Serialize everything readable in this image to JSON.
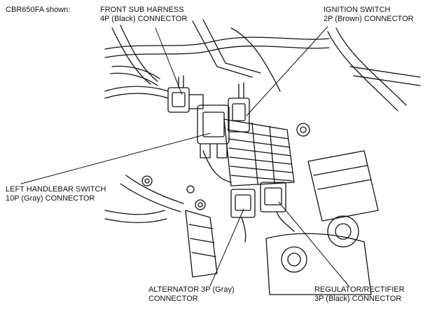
{
  "model_note": "CBR650FA shown:",
  "callouts": {
    "front_sub_harness": {
      "line1": "FRONT SUB HARNESS",
      "line2": "4P (Black) CONNECTOR"
    },
    "ignition_switch": {
      "line1": "IGNITION SWITCH",
      "line2": "2P (Brown) CONNECTOR"
    },
    "left_handlebar_switch": {
      "line1": "LEFT HANDLEBAR SWITCH",
      "line2": "10P (Gray) CONNECTOR"
    },
    "alternator": {
      "line1": "ALTERNATOR 3P (Gray)",
      "line2": "CONNECTOR"
    },
    "regulator_rectifier": {
      "line1": "REGULATOR/RECTIFIER",
      "line2": "3P (Black) CONNECTOR"
    }
  },
  "colors": {
    "ink": "#111111",
    "background": "#ffffff"
  }
}
